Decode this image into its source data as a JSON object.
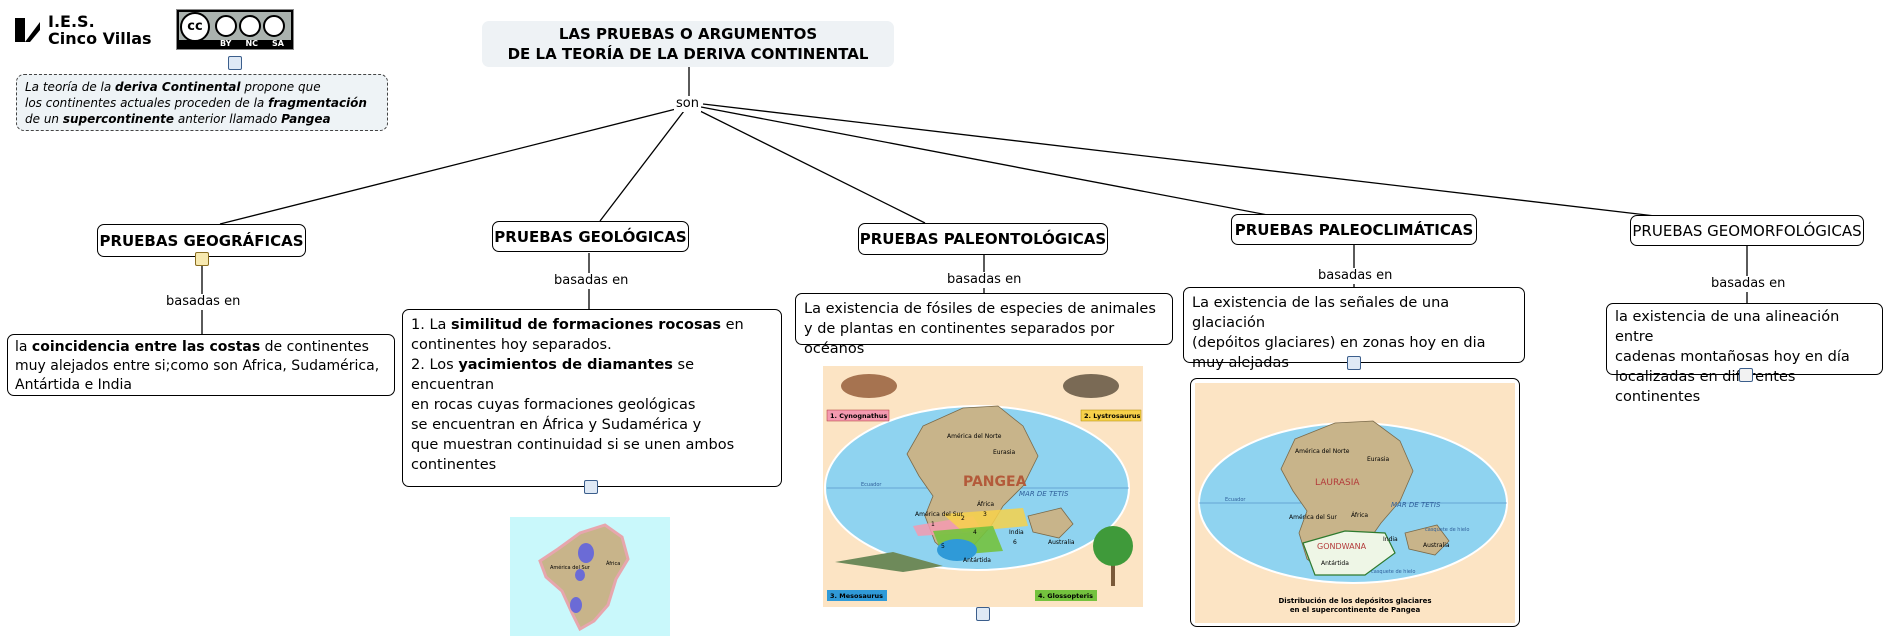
{
  "header": {
    "logo_line1": "I.E.S.",
    "logo_line2": "Cinco Villas",
    "license": {
      "cc": "cc",
      "parts": [
        "BY",
        "NC",
        "SA"
      ]
    }
  },
  "intro": {
    "segments": [
      {
        "t": "La teoría de la ",
        "b": false
      },
      {
        "t": "deriva Continental",
        "b": true
      },
      {
        "t": " propone que",
        "b": false
      },
      {
        "br": true
      },
      {
        "t": " los continentes actuales proceden de la ",
        "b": false
      },
      {
        "t": "fragmentación",
        "b": true
      },
      {
        "br": true
      },
      {
        "t": "de un ",
        "b": false
      },
      {
        "t": "supercontinente",
        "b": true
      },
      {
        "t": " anterior llamado ",
        "b": false
      },
      {
        "t": "Pangea",
        "b": true
      }
    ]
  },
  "title": {
    "line1": "LAS PRUEBAS O ARGUMENTOS",
    "line2": "DE LA TEORÍA DE LA DERIVA CONTINENTAL"
  },
  "links": {
    "son": "son",
    "basadas_en": "basadas en"
  },
  "branches": [
    {
      "heading": "PRUEBAS GEOGRÁFICAS"
    },
    {
      "heading": "PRUEBAS GEOLÓGICAS"
    },
    {
      "heading": "PRUEBAS PALEONTOLÓGICAS"
    },
    {
      "heading": "PRUEBAS PALEOCLIMÁTICAS"
    },
    {
      "heading": "PRUEBAS GEOMORFOLÓGICAS"
    }
  ],
  "details": {
    "geo": [
      {
        "t": "la ",
        "b": false
      },
      {
        "t": "coincidencia entre las costas",
        "b": true
      },
      {
        "t": " de continentes",
        "b": false
      },
      {
        "br": true
      },
      {
        "t": "muy alejados entre si;como son Africa, Sudamérica,",
        "b": false
      },
      {
        "br": true
      },
      {
        "t": "Antártida e India",
        "b": false
      }
    ],
    "geol": [
      {
        "t": "1. La ",
        "b": false
      },
      {
        "t": "similitud de formaciones rocosas",
        "b": true
      },
      {
        "t": " en",
        "b": false
      },
      {
        "br": true
      },
      {
        "t": "continentes hoy separados.",
        "b": false
      },
      {
        "br": true
      },
      {
        "t": "2. Los ",
        "b": false
      },
      {
        "t": "yacimientos de diamantes",
        "b": true
      },
      {
        "t": " se encuentran",
        "b": false
      },
      {
        "br": true
      },
      {
        "t": "en rocas cuyas formaciones geológicas",
        "b": false
      },
      {
        "br": true
      },
      {
        "t": "se encuentran en África y Sudamérica y",
        "b": false
      },
      {
        "br": true
      },
      {
        "t": "que muestran continuidad si se unen ambos",
        "b": false
      },
      {
        "br": true
      },
      {
        "t": "continentes",
        "b": false
      }
    ],
    "paleo": [
      {
        "t": "La existencia de fósiles de especies de animales",
        "b": false
      },
      {
        "br": true
      },
      {
        "t": "y de plantas en continentes separados por océanos",
        "b": false
      }
    ],
    "clima": [
      {
        "t": "La existencia de las señales de una glaciación",
        "b": false
      },
      {
        "br": true
      },
      {
        "t": "(depóitos glaciares) en zonas hoy en dia",
        "b": false
      },
      {
        "br": true
      },
      {
        "t": "muy alejadas",
        "b": false
      }
    ],
    "morfo": [
      {
        "t": "la existencia de una alineación entre",
        "b": false
      },
      {
        "br": true
      },
      {
        "t": "cadenas montañosas hoy en día",
        "b": false
      },
      {
        "br": true
      },
      {
        "t": "localizadas en diferentes continentes",
        "b": false
      }
    ]
  },
  "fossil_map": {
    "labels": [
      "1. Cynognathus",
      "2. Lystrosaurus",
      "3. Mesosaurus",
      "4. Glossopteris"
    ],
    "places": [
      "América del Norte",
      "Eurasia",
      "África",
      "América del Sur",
      "India",
      "Antártida",
      "Australia",
      "MAR DE TETIS",
      "Ecuador"
    ],
    "pangea": "PANGEA",
    "nums": [
      "1",
      "2",
      "3",
      "4",
      "5",
      "6"
    ]
  },
  "glacial_map": {
    "places": [
      "América del Norte",
      "Eurasia",
      "LAURASIA",
      "MAR DE TETIS",
      "Ecuador",
      "América del Sur",
      "África",
      "India",
      "Australia",
      "Antártida",
      "GONDWANA"
    ],
    "notes": [
      "casquete de hielo",
      "casquete de hielo"
    ],
    "caption1": "Distribución de los depósitos glaciares",
    "caption2": "en el supercontinente de Pangea"
  },
  "africa_map": {
    "places": [
      "África",
      "América del Sur"
    ]
  },
  "colors": {
    "ocean": "#8fd3f0",
    "land": "#c8b48a",
    "paper": "#fce4c4",
    "cyno": "#f49ab0",
    "lystro": "#f7d14a",
    "meso": "#2f9ad8",
    "glosso": "#74c23e"
  }
}
